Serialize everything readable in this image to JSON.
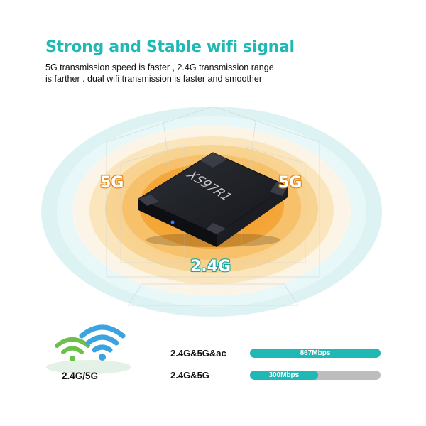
{
  "header": {
    "title": "Strong and Stable wifi signal",
    "subtitle_line1": "5G transmission speed is faster , 2.4G transmission range",
    "subtitle_line2": "is farther . dual wifi transmission is faster and smoother"
  },
  "device": {
    "brand": "XS97R1",
    "bands": {
      "left": "5G",
      "right": "5G",
      "bottom": "2.4G"
    }
  },
  "wifi_badge": {
    "caption": "2.4G/5G"
  },
  "speeds": [
    {
      "label": "2.4G&5G&ac",
      "speed": "867Mbps",
      "fill_fraction": 1.0
    },
    {
      "label": "2.4G&5G",
      "speed": "300Mbps",
      "fill_fraction": 0.52
    }
  ],
  "colors": {
    "accent_teal": "#1fb8b5",
    "orange": "#f2a33a",
    "wifi_green": "#6cc04a",
    "wifi_blue": "#3aa3e0",
    "bar_track": "#bdbdbd"
  }
}
